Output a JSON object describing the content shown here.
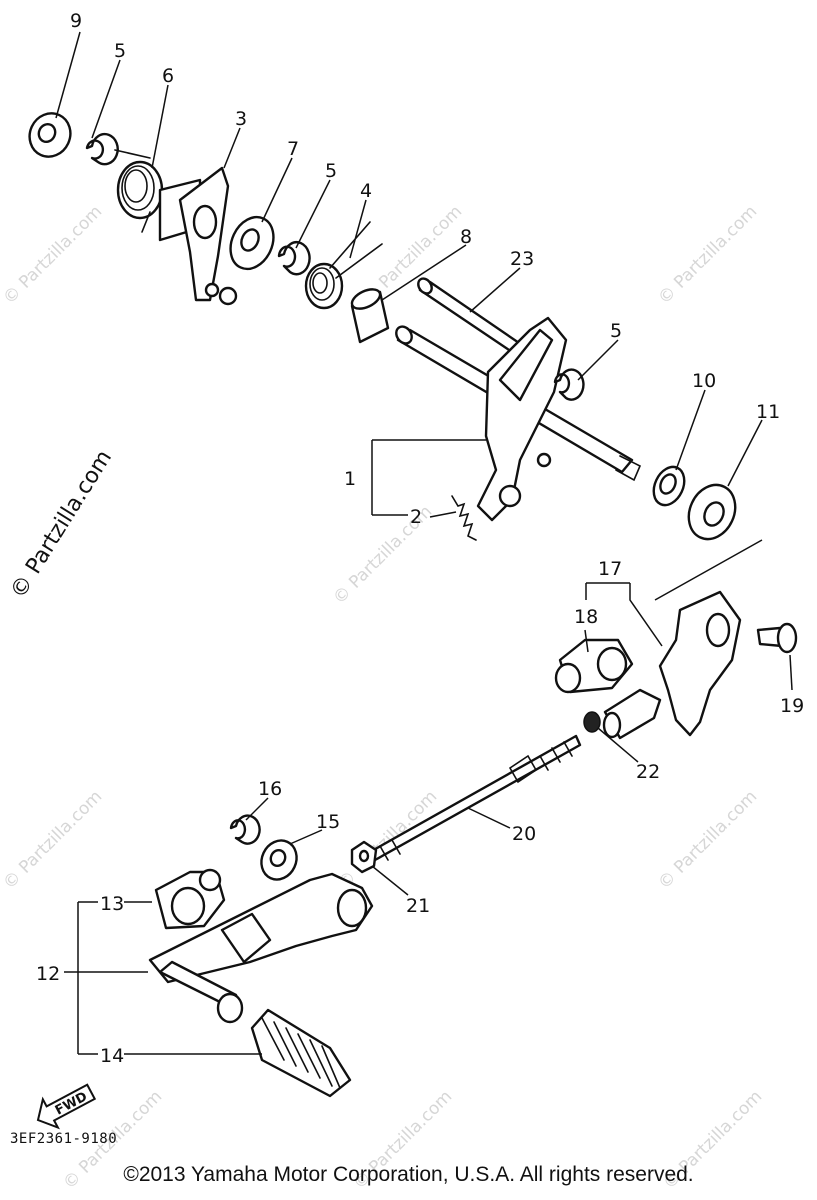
{
  "watermark": {
    "side_text": "© Partzilla.com",
    "tile_text": "© Partzilla.com"
  },
  "callouts": [
    {
      "id": "9",
      "text": "9"
    },
    {
      "id": "5a",
      "text": "5"
    },
    {
      "id": "6",
      "text": "6"
    },
    {
      "id": "3",
      "text": "3"
    },
    {
      "id": "7",
      "text": "7"
    },
    {
      "id": "5b",
      "text": "5"
    },
    {
      "id": "4",
      "text": "4"
    },
    {
      "id": "8",
      "text": "8"
    },
    {
      "id": "23",
      "text": "23"
    },
    {
      "id": "5c",
      "text": "5"
    },
    {
      "id": "10",
      "text": "10"
    },
    {
      "id": "11",
      "text": "11"
    },
    {
      "id": "1",
      "text": "1"
    },
    {
      "id": "2",
      "text": "2"
    },
    {
      "id": "17",
      "text": "17"
    },
    {
      "id": "18",
      "text": "18"
    },
    {
      "id": "19",
      "text": "19"
    },
    {
      "id": "22",
      "text": "22"
    },
    {
      "id": "16",
      "text": "16"
    },
    {
      "id": "15",
      "text": "15"
    },
    {
      "id": "20",
      "text": "20"
    },
    {
      "id": "21",
      "text": "21"
    },
    {
      "id": "13",
      "text": "13"
    },
    {
      "id": "12",
      "text": "12"
    },
    {
      "id": "14",
      "text": "14"
    }
  ],
  "fwd_label": "FWD",
  "drawing_number": "3EF2361-9180",
  "copyright": "©2013  Yamaha Motor Corporation, U.S.A. All rights reserved."
}
